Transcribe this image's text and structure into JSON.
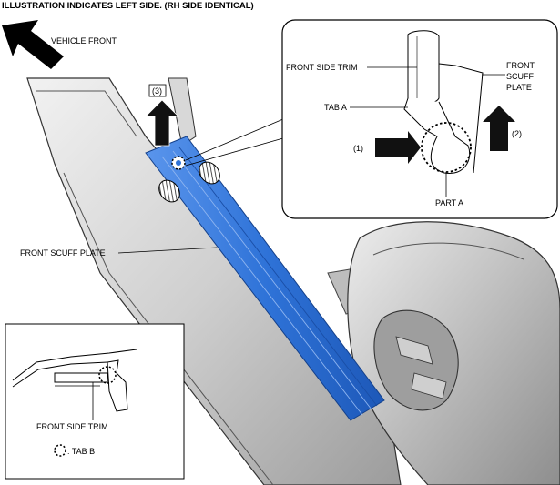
{
  "header": {
    "text": "ILLUSTRATION INDICATES LEFT SIDE. (RH SIDE IDENTICAL)"
  },
  "vehicle_front": {
    "label": "VEHICLE FRONT"
  },
  "step3": {
    "label": "(3)"
  },
  "main_callout": {
    "front_scuff_plate": "FRONT SCUFF PLATE"
  },
  "detail": {
    "front_side_trim": "FRONT SIDE TRIM",
    "front_scuff_plate_lines": [
      "FRONT",
      "SCUFF",
      "PLATE"
    ],
    "tab_a": "TAB A",
    "step1": "(1)",
    "step2": "(2)",
    "part_a": "PART A"
  },
  "inset": {
    "front_side_trim": "FRONT SIDE TRIM",
    "legend_tab_b": ": TAB B"
  },
  "colors": {
    "scuff_plate_blue": "#2f73d8",
    "arrow_black": "#111111",
    "body_gray": "#dcdcdc"
  }
}
